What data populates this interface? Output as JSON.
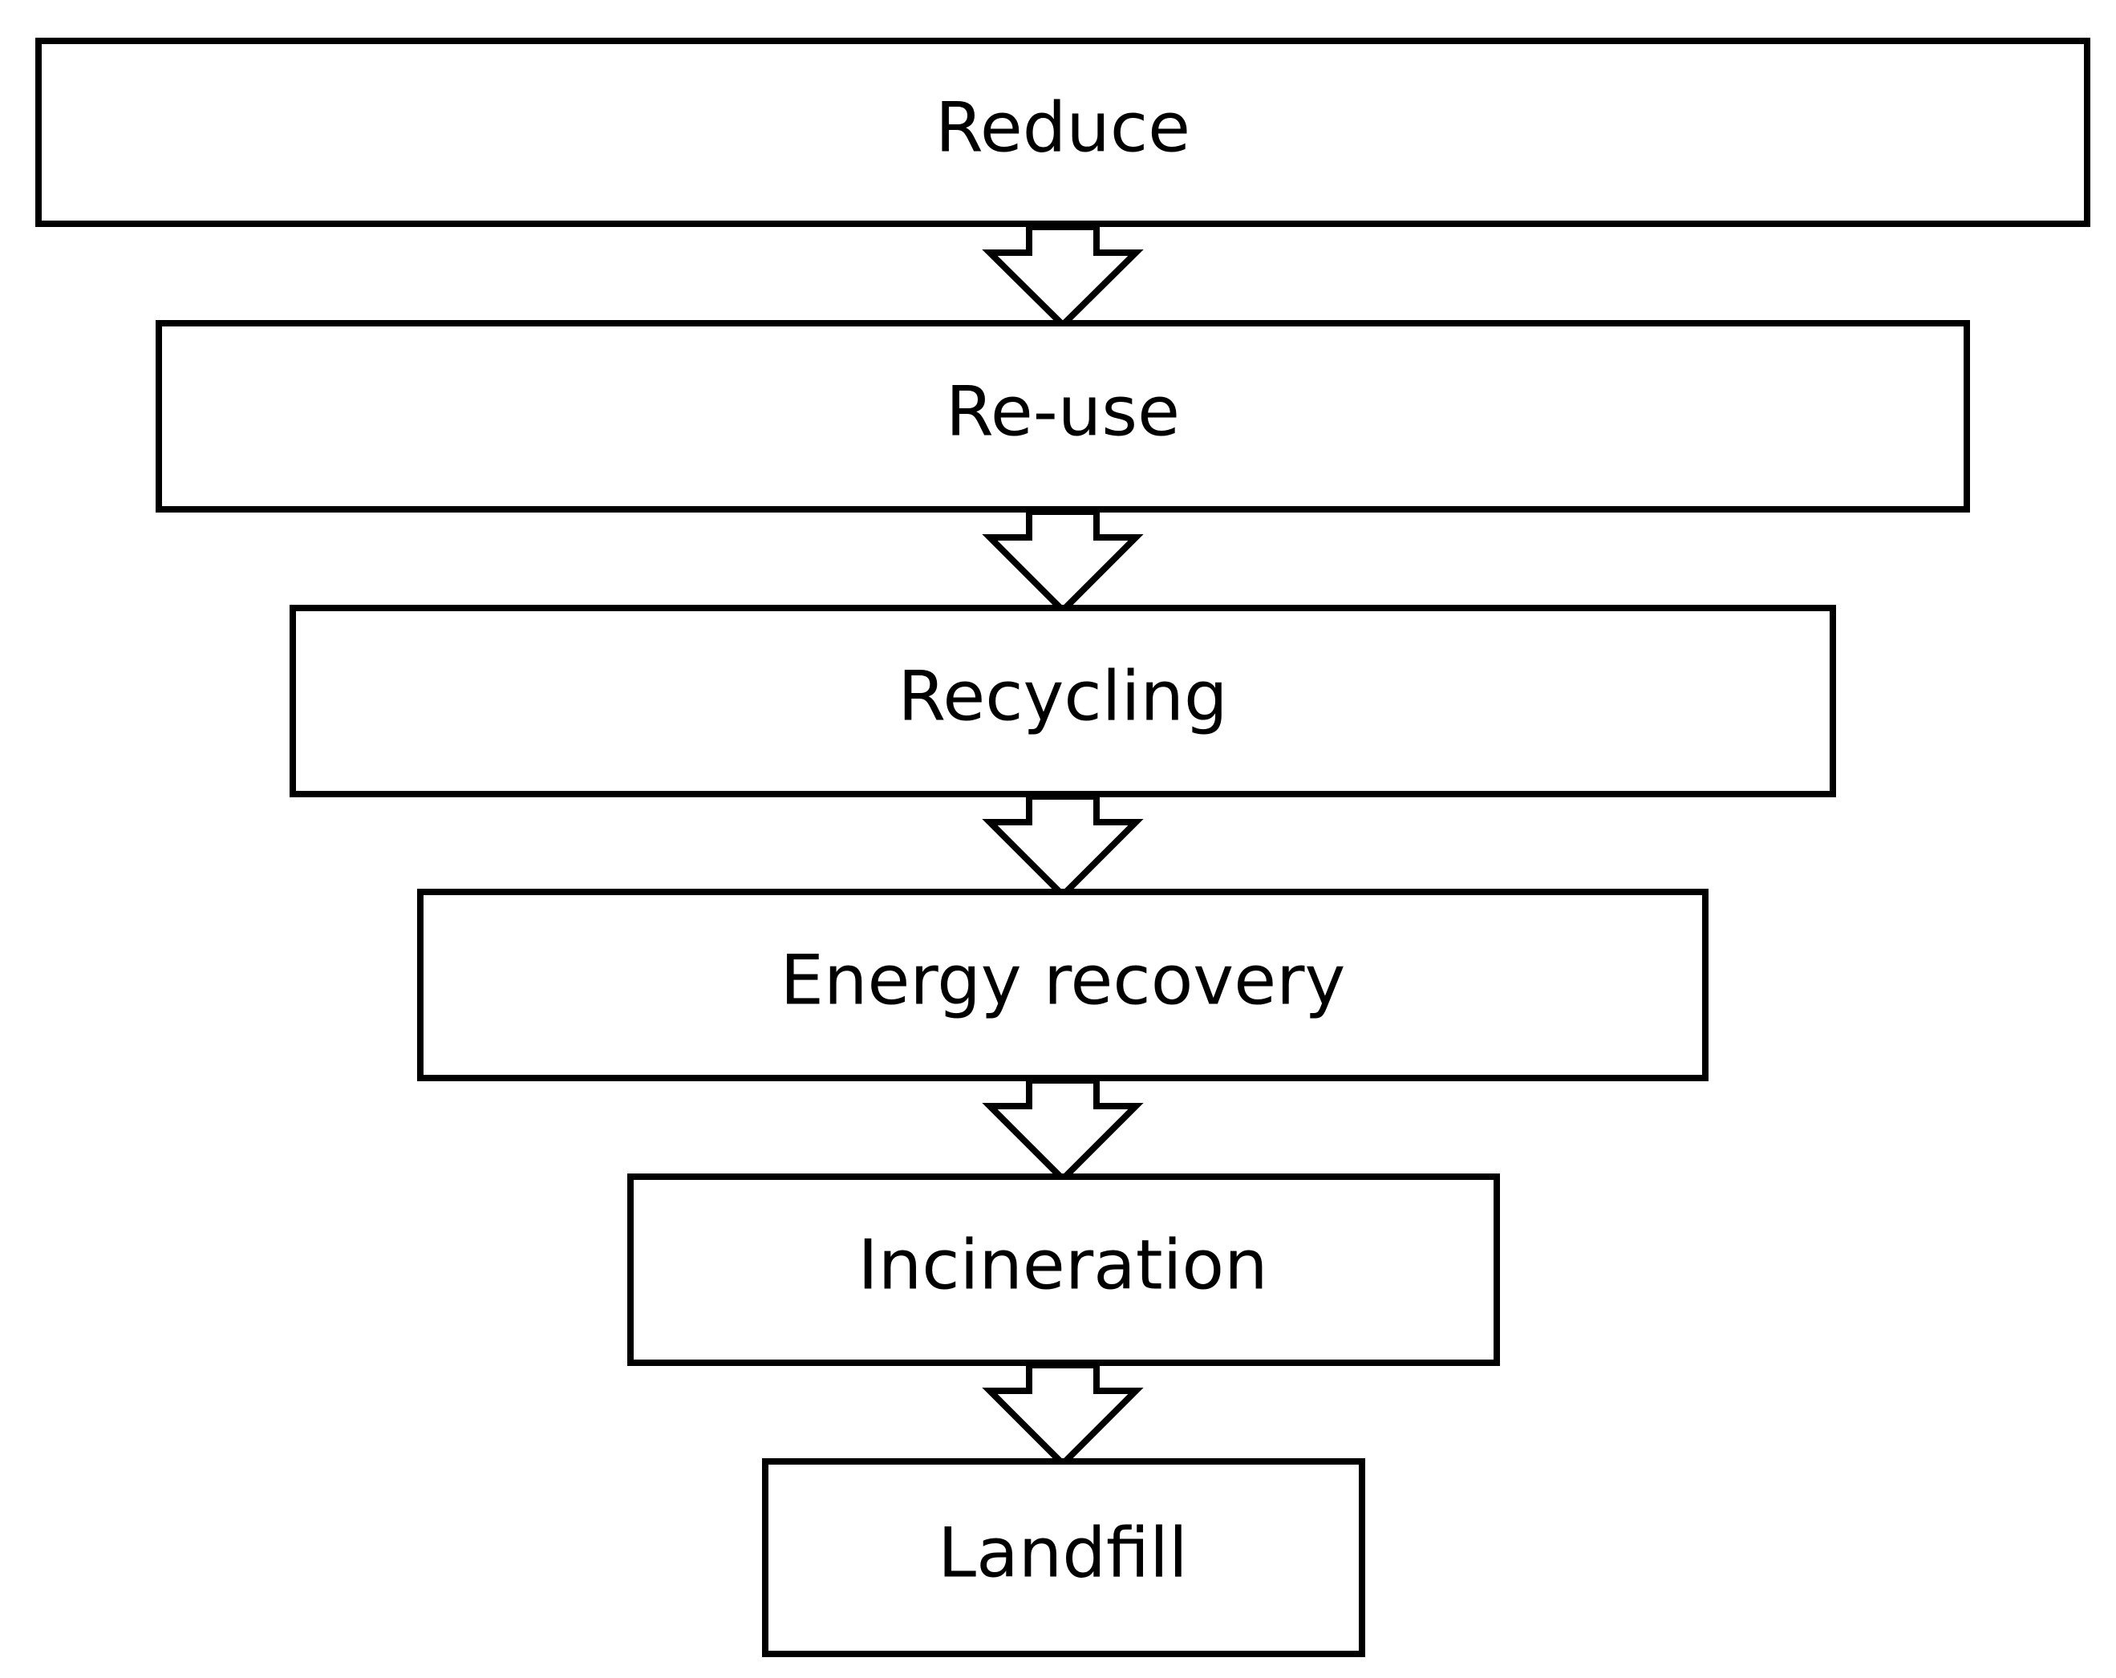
{
  "diagram": {
    "colors": {
      "stroke": "#000000",
      "fill": "#ffffff",
      "text": "#000000"
    },
    "steps": [
      {
        "label": "Reduce"
      },
      {
        "label": "Re-use"
      },
      {
        "label": "Recycling"
      },
      {
        "label": "Energy recovery"
      },
      {
        "label": "Incineration"
      },
      {
        "label": "Landfill"
      }
    ]
  }
}
